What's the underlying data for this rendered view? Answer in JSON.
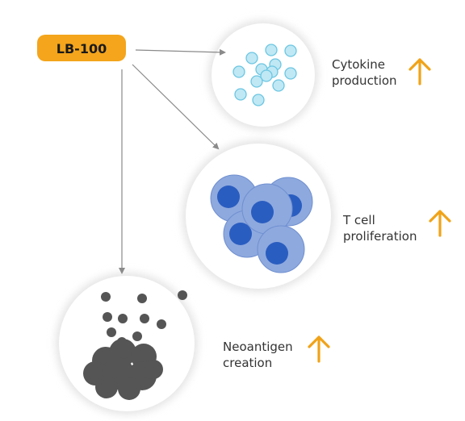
{
  "drug": {
    "label": "LB-100",
    "badge_color": "#F4A51C",
    "text_color": "#1a1a1a"
  },
  "effects": [
    {
      "id": "cytokine",
      "lines": [
        "Cytokine",
        "production"
      ],
      "direction": "up"
    },
    {
      "id": "tcell",
      "lines": [
        "T cell",
        "proliferation"
      ],
      "direction": "up"
    },
    {
      "id": "neoantigen",
      "lines": [
        "Neoantigen",
        "creation"
      ],
      "direction": "up"
    }
  ],
  "colors": {
    "up_arrow": "#F0A318",
    "connector": "#8a8a8a",
    "cytokine_fill": "#bfe8f4",
    "cytokine_stroke": "#6cc6e2",
    "tcell_outer": "#8ea9de",
    "tcell_inner": "#2a5dc0",
    "antigen": "#555555",
    "circle_bg": "#ffffff",
    "circle_shadow": "#e6e6e6"
  },
  "icons": {
    "cytokine_panel": "cytokine-particles-icon",
    "tcell_panel": "t-cell-cluster-icon",
    "neoantigen_panel": "neoantigen-fragments-icon",
    "increase": "up-arrow-icon"
  }
}
